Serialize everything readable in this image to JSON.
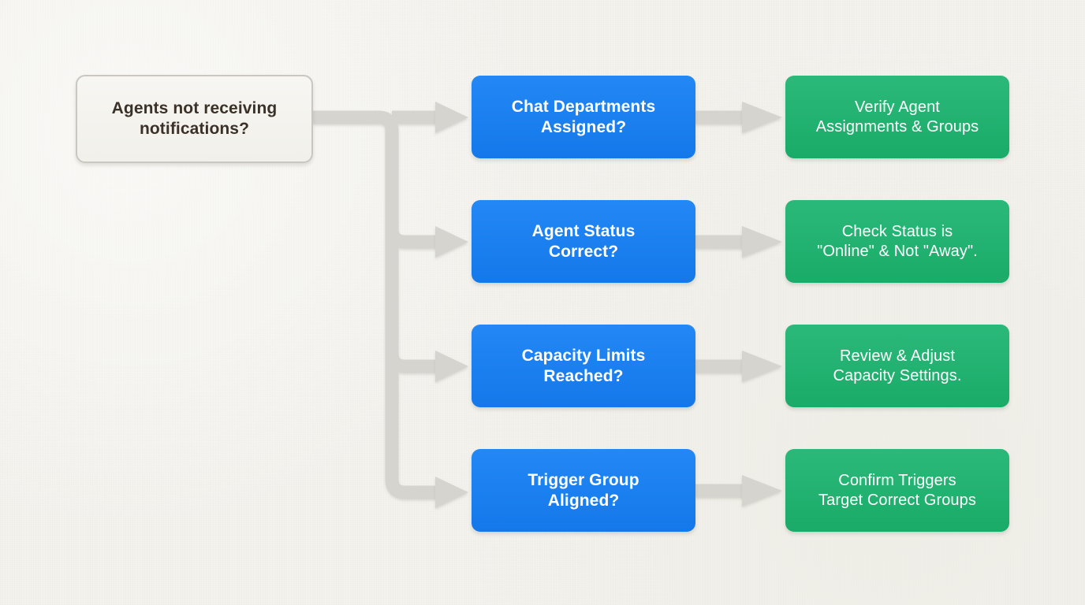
{
  "diagram": {
    "title": "Agents not receiving notifications troubleshooting flow",
    "background_color": "#f4f3ee",
    "connector_color": "#d6d4ce",
    "start": {
      "label": "Agents not receiving\nnotifications?",
      "fill": "#f3f2ec",
      "border": "#c9c7c0",
      "text_color": "#3b3129"
    },
    "branches": [
      {
        "question": "Chat Departments\nAssigned?",
        "action": "Verify Agent\nAssignments & Groups",
        "question_fill": "#1f82f0",
        "action_fill": "#22b36f"
      },
      {
        "question": "Agent Status\nCorrect?",
        "action": "Check Status is\n\"Online\" & Not \"Away\".",
        "question_fill": "#1f82f0",
        "action_fill": "#22b36f"
      },
      {
        "question": "Capacity Limits\nReached?",
        "action": "Review & Adjust\nCapacity Settings.",
        "question_fill": "#1f82f0",
        "action_fill": "#22b36f"
      },
      {
        "question": "Trigger Group\nAligned?",
        "action": "Confirm Triggers\nTarget Correct Groups",
        "question_fill": "#1f82f0",
        "action_fill": "#22b36f"
      }
    ]
  }
}
